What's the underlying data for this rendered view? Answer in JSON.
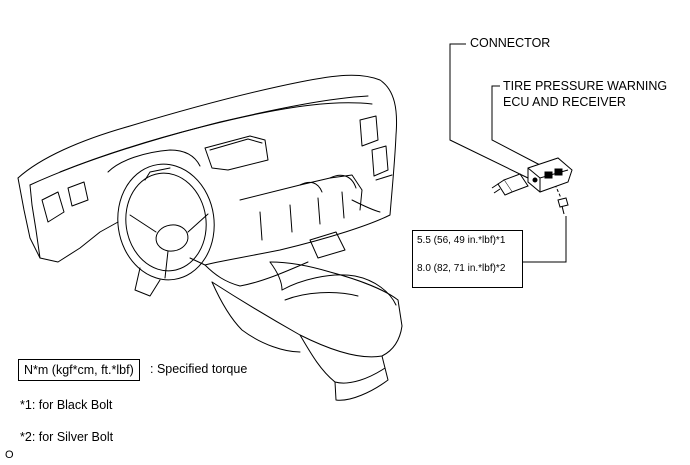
{
  "labels": {
    "connector": "CONNECTOR",
    "ecu_line1": "TIRE PRESSURE WARNING",
    "ecu_line2": "ECU AND RECEIVER"
  },
  "torque": {
    "spec1": "5.5 (56, 49 in.*lbf)*1",
    "spec2": "8.0 (82, 71 in.*lbf)*2"
  },
  "legend": {
    "unit_box": "N*m (kgf*cm, ft.*lbf)",
    "unit_text": ": Specified torque"
  },
  "notes": [
    "*1: for Black Bolt",
    "*2: for Silver Bolt"
  ],
  "figure_code": "O"
}
